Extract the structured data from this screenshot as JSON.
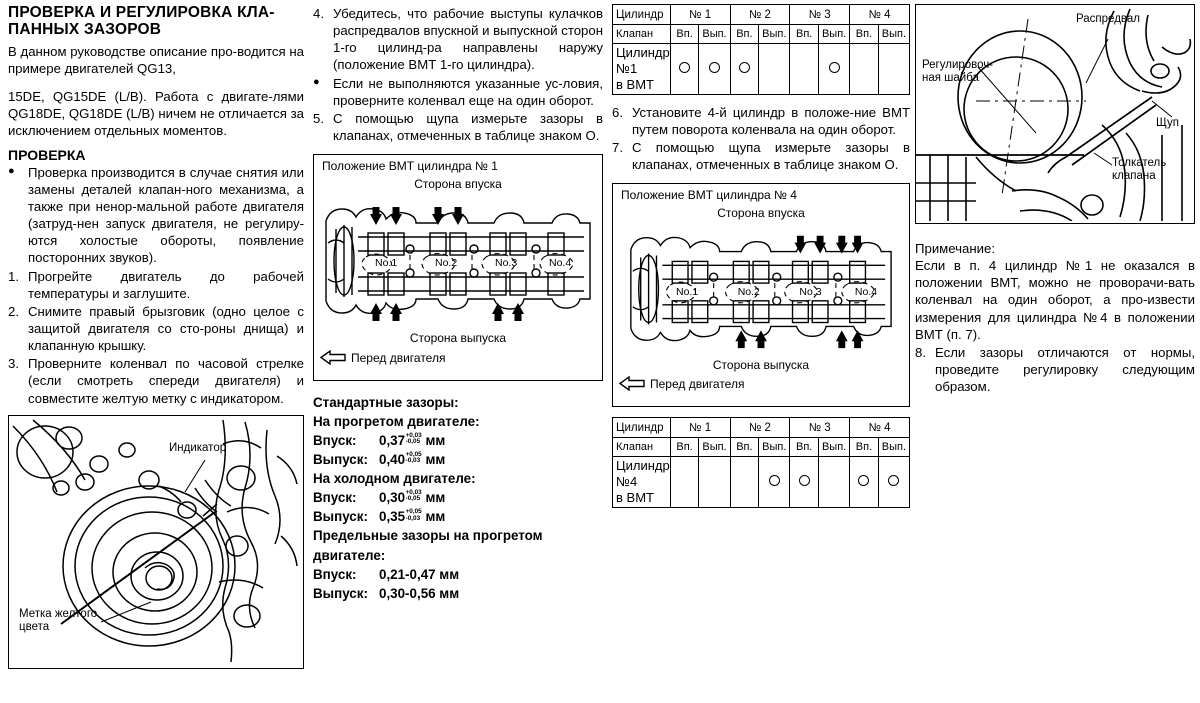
{
  "document": {
    "title": "ПРОВЕРКА И РЕГУЛИРОВКА КЛА-",
    "title_line2": "ПАННЫХ ЗАЗОРОВ",
    "intro_p1": "В данном руководстве описание про-водится на примере двигателей QG13,",
    "intro_p2": "15DE, QG15DE (L/B). Работа с двигате-лями QG18DE, QG18DE (L/B) ничем не отличается за исключением отдельных моментов.",
    "section_check": "ПРОВЕРКА"
  },
  "steps_col1": [
    {
      "mark": "●",
      "text": "Проверка производится в случае снятия или замены деталей клапан-ного механизма, а также при ненор-мальной работе двигателя (затруд-нен запуск двигателя, не регулиру-ются холостые обороты, появление посторонних звуков)."
    },
    {
      "mark": "1.",
      "text": "Прогрейте двигатель до рабочей температуры и заглушите."
    },
    {
      "mark": "2.",
      "text": "Снимите правый брызговик (одно целое с защитой двигателя со сто-роны днища) и клапанную крышку."
    },
    {
      "mark": "3.",
      "text": "Проверните коленвал по часовой стрелке (если смотреть спереди двигателя) и совместите желтую метку с индикатором."
    }
  ],
  "steps_col2": [
    {
      "mark": "4.",
      "text": "Убедитесь, что рабочие выступы кулачков распредвалов впускной и выпускной сторон 1-го цилинд-ра направлены наружу (положение ВМТ 1-го цилиндра)."
    },
    {
      "mark": "●",
      "text": "Если не выполняются указанные ус-ловия, проверните коленвал еще на один оборот."
    },
    {
      "mark": "5.",
      "text": "С помощью щупа измерьте зазоры в клапанах, отмеченных в таблице знаком О."
    }
  ],
  "steps_col3": [
    {
      "mark": "6.",
      "text": "Установите 4-й цилиндр в положе-ние ВМТ путем поворота коленвала на один оборот."
    },
    {
      "mark": "7.",
      "text": "С помощью щупа измерьте зазоры в клапанах, отмеченных в таблице знаком О."
    }
  ],
  "note": {
    "heading": "Примечание:",
    "text": "Если в п. 4 цилиндр №1 не оказался в положении ВМТ, можно не проворачи-вать коленвал на один оборот, а про-извести измерения для цилиндра №4 в положении ВМТ (п. 7).",
    "step8_mark": "8.",
    "step8_text": "Если зазоры отличаются от нормы, проведите регулировку следующим образом."
  },
  "photo_crank": {
    "label_indicator": "Индикатор",
    "label_mark": "Метка желтого",
    "label_mark2": "цвета"
  },
  "illustration_cam": {
    "label_camshaft": "Распредвал",
    "label_shim": "Регулировоч-",
    "label_shim2": "ная шайба",
    "label_gauge": "Щуп",
    "label_lifter": "Толкатель",
    "label_lifter2": "клапана"
  },
  "diagram1": {
    "title": "Положение ВМТ цилиндра № 1",
    "intake_side": "Сторона впуска",
    "exhaust_side": "Сторона выпуска",
    "front_label": "Перед двигателя",
    "cylinders": [
      "No.1",
      "No.2",
      "No.3",
      "No.4"
    ],
    "intake_arrows": [
      1,
      2,
      3,
      4
    ],
    "exhaust_arrows": [
      1,
      2,
      5,
      6
    ]
  },
  "diagram2": {
    "title": "Положение ВМТ цилиндра № 4",
    "intake_side": "Сторона впуска",
    "exhaust_side": "Сторона выпуска",
    "front_label": "Перед двигателя",
    "cylinders": [
      "No.1",
      "No.2",
      "No.3",
      "No.4"
    ],
    "intake_arrows": [
      5,
      6,
      7,
      8
    ],
    "exhaust_arrows": [
      3,
      4,
      7,
      8
    ]
  },
  "table_top": {
    "row_cyl_label": "Цилиндр",
    "row_valve_label": "Клапан",
    "row_mark_label_1": "Цилиндр",
    "row_mark_label_2": "№1",
    "row_mark_label_3": "в ВМТ",
    "cylinders": [
      "№ 1",
      "№ 2",
      "№ 3",
      "№ 4"
    ],
    "valves": [
      "Вп.",
      "Вып.",
      "Вп.",
      "Вып.",
      "Вп.",
      "Вып.",
      "Вп.",
      "Вып."
    ],
    "marks": [
      true,
      true,
      true,
      false,
      false,
      true,
      false,
      false
    ]
  },
  "table_bottom": {
    "row_cyl_label": "Цилиндр",
    "row_valve_label": "Клапан",
    "row_mark_label_1": "Цилиндр",
    "row_mark_label_2": "№4",
    "row_mark_label_3": "в ВМТ",
    "cylinders": [
      "№ 1",
      "№ 2",
      "№ 3",
      "№ 4"
    ],
    "valves": [
      "Вп.",
      "Вып.",
      "Вп.",
      "Вып.",
      "Вп.",
      "Вып.",
      "Вп.",
      "Вып."
    ],
    "marks": [
      false,
      false,
      false,
      true,
      true,
      false,
      true,
      true
    ]
  },
  "specs": {
    "heading_standard": "Стандартные зазоры:",
    "heading_warm": "На прогретом двигателе:",
    "warm_intake_key": "Впуск:",
    "warm_intake_val": "0,37",
    "warm_intake_sup": "+0,03",
    "warm_intake_sub": "-0,05",
    "warm_intake_unit": "мм",
    "warm_exhaust_key": "Выпуск:",
    "warm_exhaust_val": "0,40",
    "warm_exhaust_sup": "+0,05",
    "warm_exhaust_sub": "-0,03",
    "warm_exhaust_unit": "мм",
    "heading_cold": "На холодном двигателе:",
    "cold_intake_key": "Впуск:",
    "cold_intake_val": "0,30",
    "cold_intake_sup": "+0,03",
    "cold_intake_sub": "-0,05",
    "cold_intake_unit": "мм",
    "cold_exhaust_key": "Выпуск:",
    "cold_exhaust_val": "0,35",
    "cold_exhaust_sup": "+0,05",
    "cold_exhaust_sub": "-0,03",
    "cold_exhaust_unit": "мм",
    "heading_limit": "Предельные зазоры на прогретом",
    "heading_limit2": "двигателе:",
    "limit_intake_key": "Впуск:",
    "limit_intake_val": "0,21-0,47 мм",
    "limit_exhaust_key": "Выпуск:",
    "limit_exhaust_val": "0,30-0,56 мм"
  }
}
